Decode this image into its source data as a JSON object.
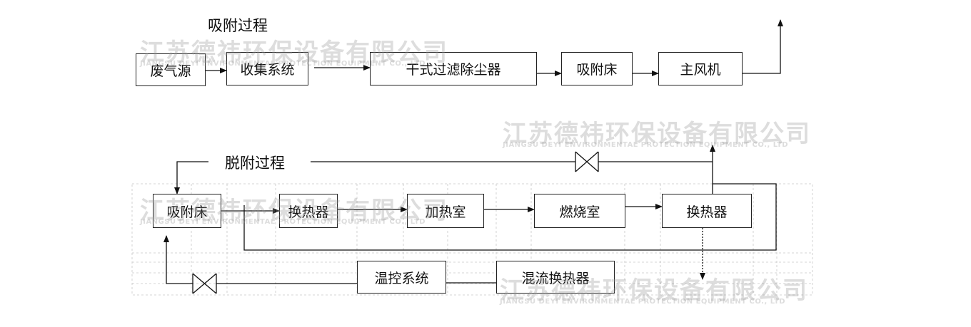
{
  "adsorption": {
    "title": "吸附过程",
    "nodes": [
      "废气源",
      "收集系统",
      "干式过滤除尘器",
      "吸附床",
      "主风机"
    ]
  },
  "desorption": {
    "title": "脱附过程",
    "nodes": [
      "吸附床",
      "换热器",
      "加热室",
      "燃烧室",
      "换热器",
      "温控系统",
      "混流换热器"
    ]
  },
  "watermark": {
    "cn": "江苏德祎环保设备有限公司",
    "en": "JIANGSU DEYI ENVIRONMENTAL PROTECTION EQUIPMENT CO., LTD"
  }
}
